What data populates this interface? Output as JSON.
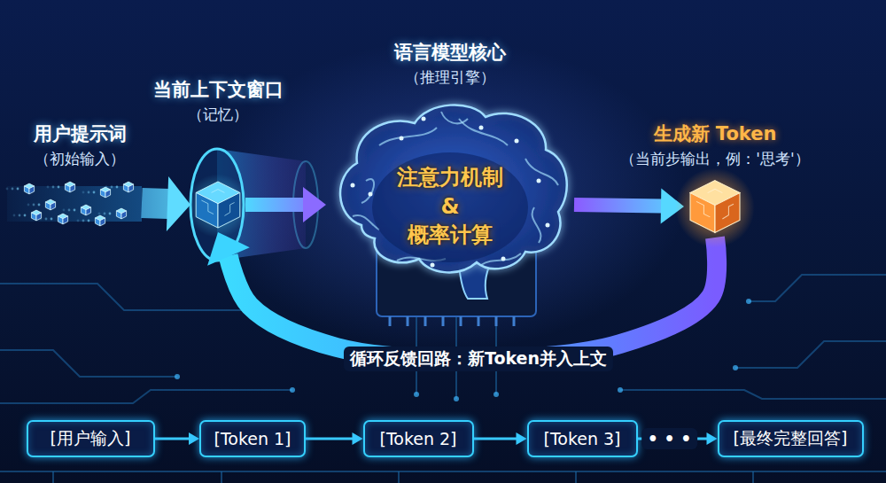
{
  "diagram": {
    "nodes": [
      {
        "text": [
          "用户提示词",
          "（初始输入）"
        ]
      },
      {
        "text": [
          "当前上下文窗口",
          "（记忆）"
        ]
      },
      {
        "text": [
          "语言模型核心",
          "（推理引擎）",
          "注意力机制 & 概率计算"
        ]
      },
      {
        "text": [
          "生成新 Token",
          "（当前步输出，例：'思考'）"
        ]
      },
      {
        "text": [
          "[用户输入]"
        ]
      },
      {
        "text": [
          "[Token 1]"
        ]
      },
      {
        "text": [
          "[Token 2]"
        ]
      },
      {
        "text": [
          "[Token 3]"
        ]
      },
      {
        "text": [
          "[最终完整回答]"
        ]
      }
    ],
    "edges": [
      {
        "from": 0,
        "to": 1,
        "arrow": "to"
      },
      {
        "from": 1,
        "to": 2,
        "arrow": "to"
      },
      {
        "from": 2,
        "to": 3,
        "arrow": "to"
      },
      {
        "from": 3,
        "to": 1,
        "arrow": "to",
        "label": "循环反馈回路：新Token并入上文"
      },
      {
        "from": 4,
        "to": 5,
        "arrow": "to"
      },
      {
        "from": 5,
        "to": 6,
        "arrow": "to"
      },
      {
        "from": 6,
        "to": 7,
        "arrow": "to"
      },
      {
        "from": 7,
        "to": 8,
        "arrow": "to",
        "label": "• • •"
      }
    ]
  }
}
